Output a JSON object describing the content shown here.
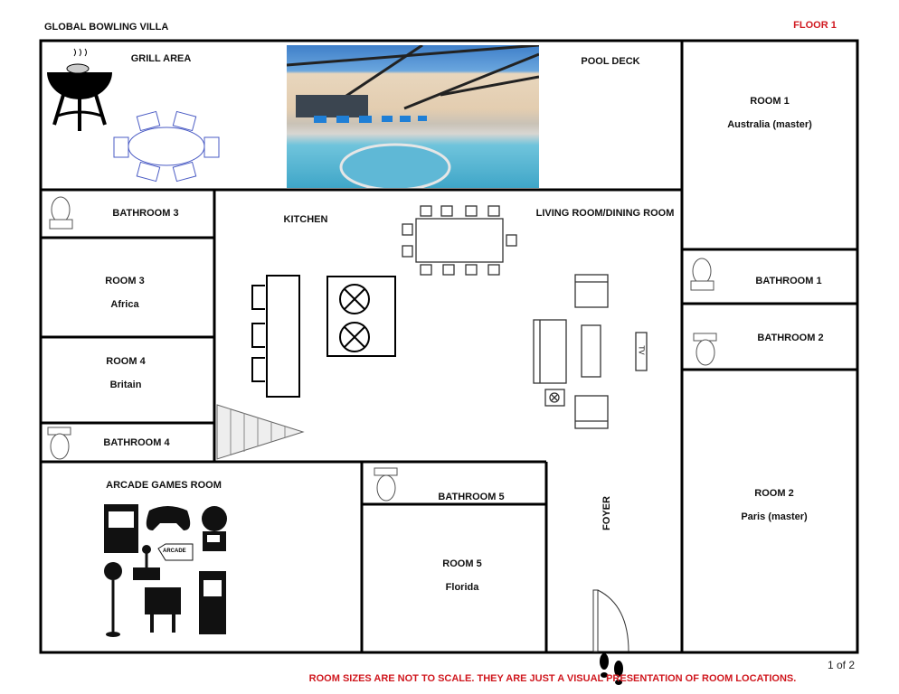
{
  "header": {
    "title": "GLOBAL BOWLING VILLA",
    "floor": "FLOOR 1"
  },
  "rooms": {
    "grill": "GRILL AREA",
    "pool": "POOL DECK",
    "room1": {
      "name": "ROOM 1",
      "theme": "Australia (master)"
    },
    "bath3": "BATHROOM 3",
    "kitchen": "KITCHEN",
    "living": "LIVING ROOM/DINING ROOM",
    "bath1": "BATHROOM 1",
    "bath2": "BATHROOM 2",
    "room3": {
      "name": "ROOM 3",
      "theme": "Africa"
    },
    "room4": {
      "name": "ROOM 4",
      "theme": "Britain"
    },
    "bath4": "BATHROOM 4",
    "room2": {
      "name": "ROOM 2",
      "theme": "Paris (master)"
    },
    "arcade": "ARCADE GAMES ROOM",
    "bath5": "BATHROOM 5",
    "room5": {
      "name": "ROOM 5",
      "theme": "Florida"
    },
    "foyer": "FOYER"
  },
  "furniture": {
    "tv": "TV",
    "arcade_sign": "ARCADE"
  },
  "footer": {
    "page": "1 of 2",
    "note": "ROOM SIZES ARE NOT TO SCALE. THEY ARE JUST A VISUAL PRESENTATION OF ROOM LOCATIONS."
  },
  "colors": {
    "note": "#d0181f",
    "table": "#4a5bc4"
  }
}
